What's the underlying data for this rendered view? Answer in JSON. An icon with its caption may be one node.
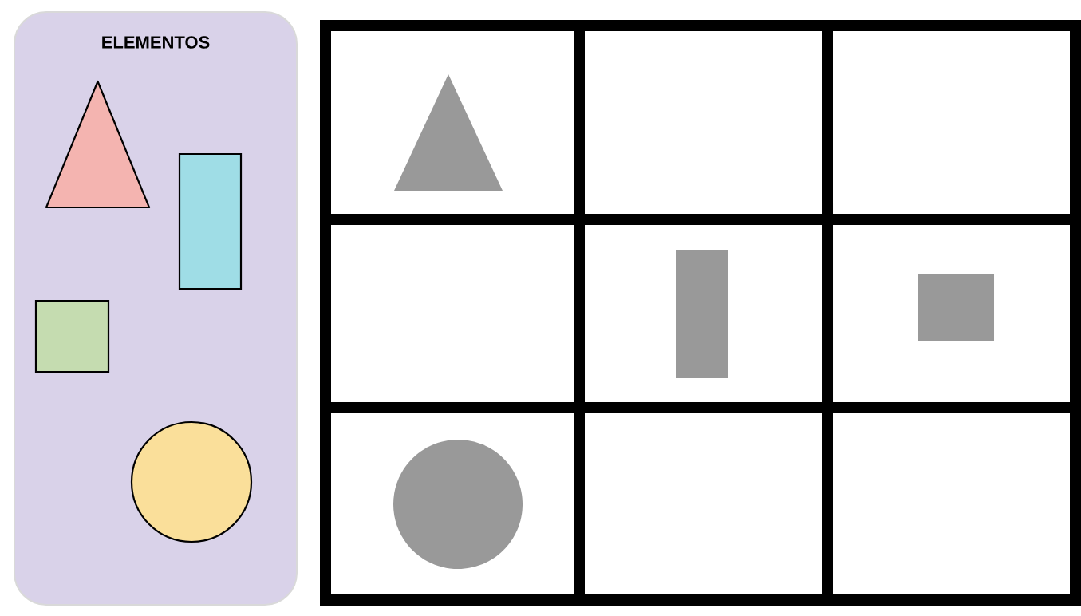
{
  "diagram": {
    "nodes": [
      {
        "text": [
          "ELEMENTOS"
        ]
      },
      {
        "text": [],
        "shape": "triangle",
        "in": 0
      },
      {
        "text": [],
        "shape": "rectangle",
        "in": 0
      },
      {
        "text": [],
        "shape": "square",
        "in": 0
      },
      {
        "text": [],
        "shape": "circle",
        "in": 0
      },
      {
        "text": [],
        "shape": "triangle"
      },
      {
        "text": [],
        "shape": "rectangle"
      },
      {
        "text": [],
        "shape": "square"
      },
      {
        "text": [],
        "shape": "circle"
      }
    ]
  }
}
